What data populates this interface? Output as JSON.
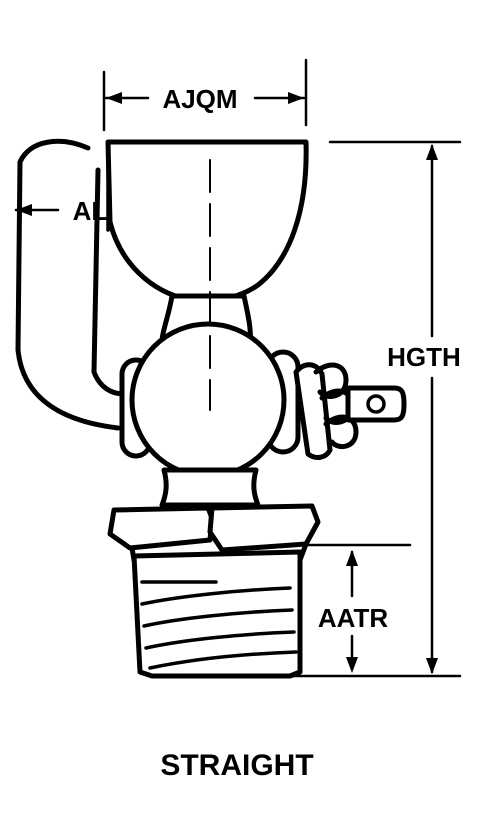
{
  "dimensions": {
    "width_label": "AJQM",
    "lever_label": "ALGT",
    "height_label": "HGTH",
    "thread_label": "AATR"
  },
  "caption": "STRAIGHT",
  "colors": {
    "ink": "#000000",
    "background": "#ffffff"
  }
}
